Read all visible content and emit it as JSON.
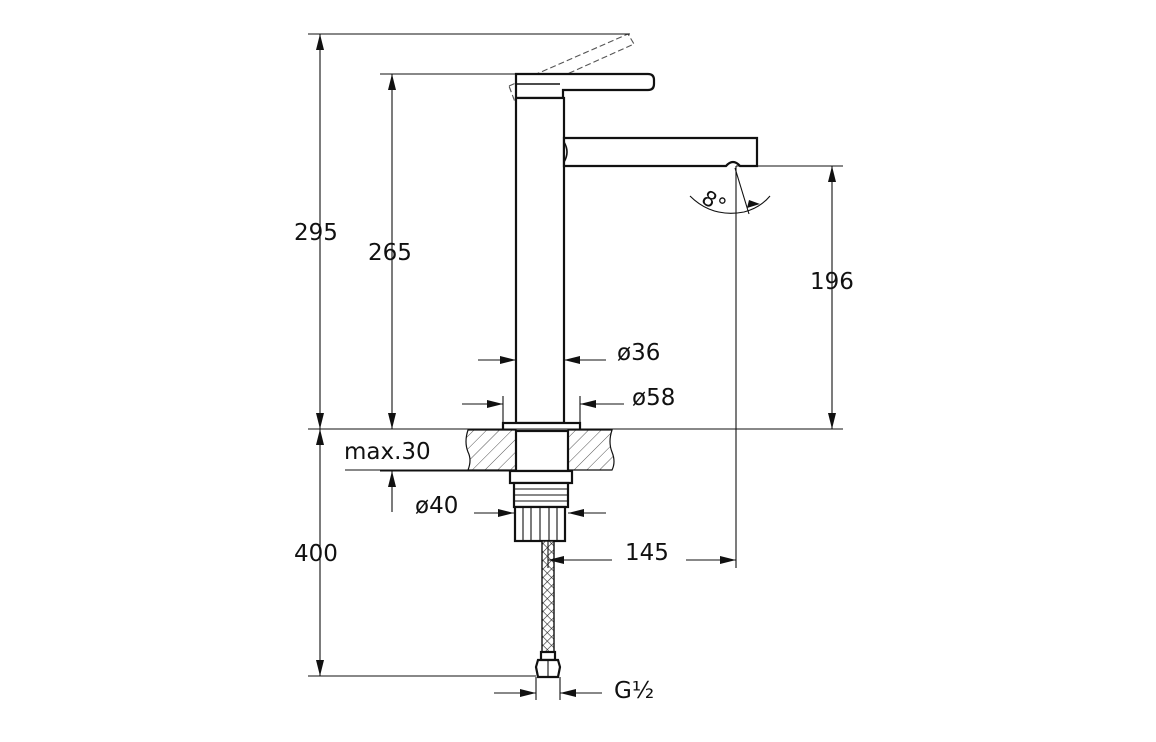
{
  "dimensions": {
    "total_height": "295",
    "handle_height": "265",
    "spout_height": "196",
    "body_diameter": "ø36",
    "base_diameter": "ø58",
    "max_thickness": "max.30",
    "thread_diameter": "ø40",
    "spout_reach": "145",
    "hose_length": "400",
    "connection": "G½",
    "spout_angle": "8°"
  }
}
